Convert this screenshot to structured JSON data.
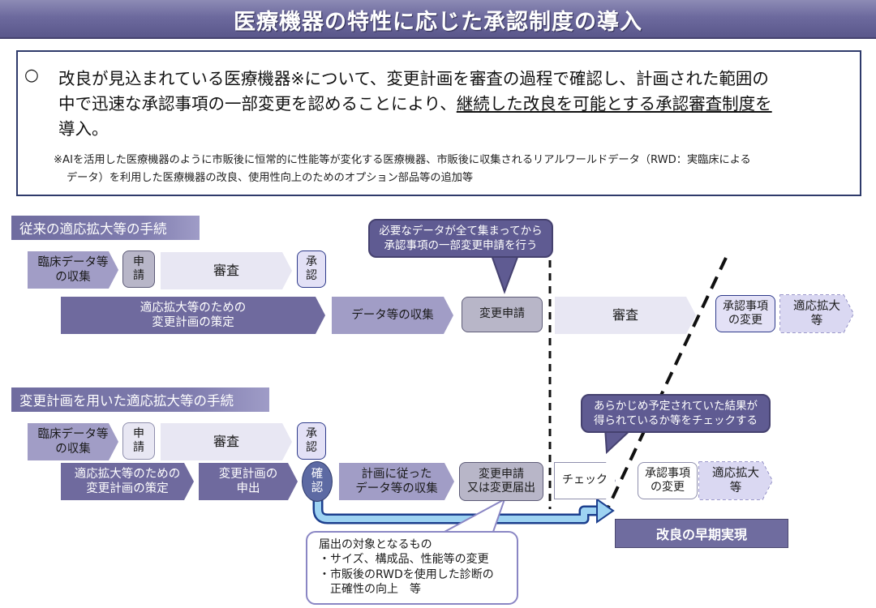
{
  "title": "医療機器の特性に応じた承認制度の導入",
  "summary": {
    "bullet": "○",
    "line1": "改良が見込まれている医療機器※について、変更計画を審査の過程で確認し、計画された範囲の",
    "line2_plain": "中で迅速な承認事項の一部変更を認めることにより、",
    "line2_underlined": "継続した改良を可能とする承認審査制度を",
    "line3": "導入。",
    "note_line1": "※AIを活用した医療機器のように市販後に恒常的に性能等が変化する医療機器、市販後に収集されるリアルワールドデータ（RWD：実臨床による",
    "note_line2": "データ）を利用した医療機器の改良、使用性向上のためのオプション部品等の追加等"
  },
  "conventional": {
    "label": "従来の適応拡大等の手続",
    "row1": {
      "clinical": "臨床データ等\nの収集",
      "apply": "申\n請",
      "review": "審査",
      "approve": "承\n認"
    },
    "row2": {
      "plan": "適応拡大等のための\n変更計画の策定",
      "collect": "データ等の収集",
      "change_apply": "変更申請",
      "review": "審査",
      "approval_change": "承認事項\nの変更",
      "expansion": "適応拡大\n等"
    },
    "callout": "必要なデータが全て集まってから\n承認事項の一部変更申請を行う"
  },
  "proposed": {
    "label": "変更計画を用いた適応拡大等の手続",
    "row1": {
      "clinical": "臨床データ等\nの収集",
      "apply": "申\n請",
      "review": "審査",
      "approve": "承\n認"
    },
    "row2": {
      "plan": "適応拡大等のための\n変更計画の策定",
      "submit": "変更計画の\n申出",
      "confirm": "確\n認",
      "collect": "計画に従った\nデータ等の収集",
      "notify": "変更申請\n又は変更届出",
      "check": "チェック",
      "approval_change": "承認事項\nの変更",
      "expansion": "適応拡大\n等"
    },
    "callout": "あらかじめ予定されていた結果が\n得られているか等をチェックする",
    "note": {
      "heading": "届出の対象となるもの",
      "item1": "・サイズ、構成品、性能等の変更",
      "item2": "・市販後のRWDを使用した診断の",
      "item3": "正確性の向上　等"
    },
    "result": "改良の早期実現"
  },
  "colors": {
    "title_bar": "#6d6a9e",
    "chevron_dark": "#6f6a9e",
    "chevron_mid": "#a19dc6",
    "chevron_light": "#e8e7f3",
    "callout": "#5f5b92",
    "frame": "#2e3a6b"
  }
}
